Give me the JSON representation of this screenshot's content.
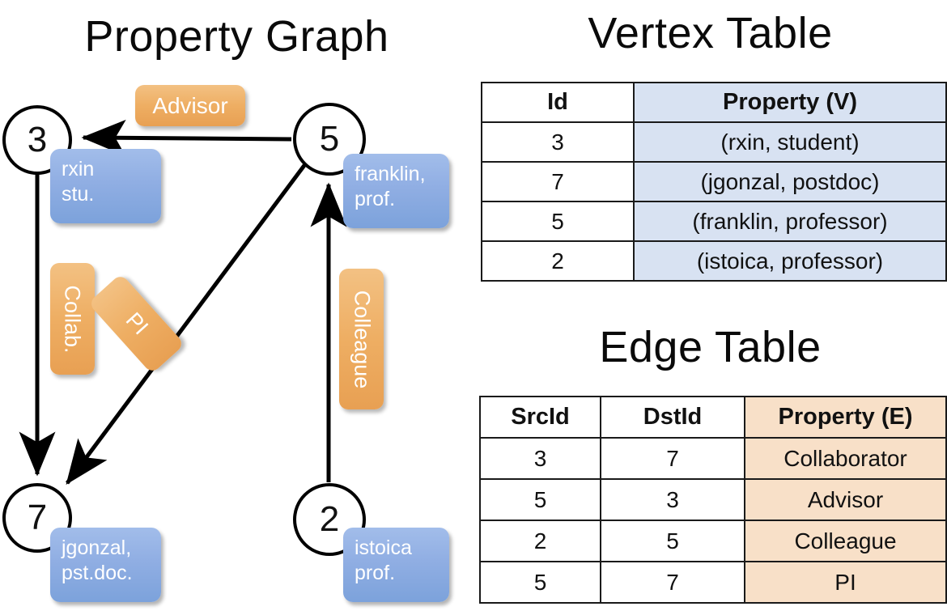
{
  "titles": {
    "property_graph": "Property Graph",
    "vertex_table": "Vertex Table",
    "edge_table": "Edge Table"
  },
  "graph": {
    "vertices": [
      {
        "id": "3",
        "name": "rxin",
        "role": "stu."
      },
      {
        "id": "5",
        "name": "franklin,",
        "role": "prof."
      },
      {
        "id": "7",
        "name": "jgonzal,",
        "role": "pst.doc."
      },
      {
        "id": "2",
        "name": "istoica",
        "role": "prof."
      }
    ],
    "edge_labels": [
      {
        "text": "Advisor"
      },
      {
        "text": "Collab."
      },
      {
        "text": "PI"
      },
      {
        "text": "Colleague"
      }
    ]
  },
  "vertex_table": {
    "headers": [
      "Id",
      "Property (V)"
    ],
    "rows": [
      {
        "id": "3",
        "property": "(rxin, student)"
      },
      {
        "id": "7",
        "property": "(jgonzal, postdoc)"
      },
      {
        "id": "5",
        "property": "(franklin, professor)"
      },
      {
        "id": "2",
        "property": "(istoica, professor)"
      }
    ]
  },
  "edge_table": {
    "headers": [
      "SrcId",
      "DstId",
      "Property (E)"
    ],
    "rows": [
      {
        "src": "3",
        "dst": "7",
        "property": "Collaborator"
      },
      {
        "src": "5",
        "dst": "3",
        "property": "Advisor"
      },
      {
        "src": "2",
        "dst": "5",
        "property": "Colleague"
      },
      {
        "src": "5",
        "dst": "7",
        "property": "PI"
      }
    ]
  },
  "colors": {
    "vertex_property_fill": "#d8e2f2",
    "edge_property_fill": "#f8e0c8",
    "node_box_blue": "#90aee3",
    "edge_label_orange": "#eeae63",
    "stroke": "#000000"
  }
}
